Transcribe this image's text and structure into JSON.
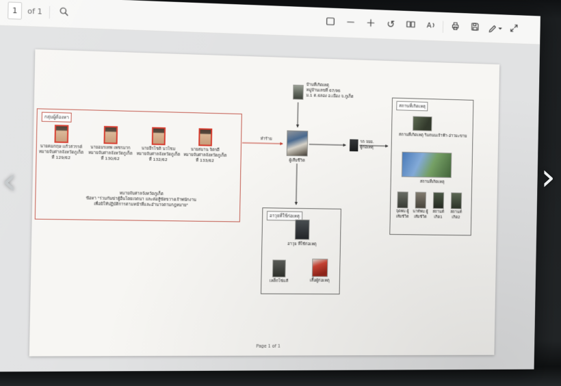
{
  "colors": {
    "warrant_red": "#d63a2c",
    "arrow_red": "#c03a2c",
    "box_red": "#c2574b"
  },
  "gallery": {
    "prev_label": "‹",
    "next_label": "›"
  },
  "viewer": {
    "toolbar": {
      "page_number": "1",
      "page_count_label": "of 1",
      "icons": [
        "search",
        "fit-to-page",
        "zoom-out",
        "zoom-in",
        "rotate",
        "page-view",
        "read-aloud",
        "print",
        "save",
        "draw",
        "fullscreen"
      ],
      "read_aloud_glyph": "A",
      "rotate_glyph": "↺"
    },
    "page_footer": "Page 1 of 1"
  },
  "diagram": {
    "suspects": {
      "title": "กลุ่มผู้ต้องหา",
      "members": [
        {
          "name": "นายคมกฤษ แก้วสวรรค์",
          "warrant": "หมายจับศาลจังหวัดภูเก็ต",
          "case_no": "ที่ 129/62"
        },
        {
          "name": "นายอมรเทพ เพชรมาก",
          "warrant": "หมายจับศาลจังหวัดภูเก็ต",
          "case_no": "ที่ 130/62"
        },
        {
          "name": "นายธีรโชติ นวโชม",
          "warrant": "หมายจับศาลจังหวัดภูเก็ต",
          "case_no": "ที่ 132/62"
        },
        {
          "name": "นายสมาน จิตรดี",
          "warrant": "หมายจับศาลจังหวัดภูเก็ต",
          "case_no": "ที่ 133/62"
        }
      ],
      "note_line1": "หมายจับศาลจังหวัดภูเก็ต",
      "note_line2": "ข้อหา \"ร่วมกันฆ่าผู้อื่นโดยเจตนา และต่อสู้ขัดขวางเจ้าพนักงาน",
      "note_line3": "เพื่อมิให้ปฏิบัติการตามหน้าที่และอำนาจตามกฎหมาย\""
    },
    "assault_label": "ทำร้าย",
    "house": {
      "caption_line1": "บ้านที่เกิดเหตุ",
      "caption_line2": "หมู่บ้านเลขที่ 67/96",
      "caption_line3": "ม.1 ต.ฉลอง อ.เมือง จ.ภูเก็ต"
    },
    "victim": {
      "label": "ผู้เสียชีวิต"
    },
    "motorcycle": {
      "label_line1": "รถ จยย.",
      "label_line2": "ผู้ก่อเหตุ"
    },
    "scene": {
      "title": "สถานที่เกิดเหตุ",
      "photo1_caption": "สถานที่เกิดเหตุ ริมถนนเจ้าฟ้า-อ่าวมะขาม",
      "map_caption": "สถานที่เกิดเหตุ",
      "thumbs": [
        {
          "caption": "จุดพบ ผู้เสียชีวิต"
        },
        {
          "caption": "นาทีพบ ผู้เสียชีวิต"
        },
        {
          "caption": "สถานที่เกิด1"
        },
        {
          "caption": "สถานที่เกิด2"
        }
      ]
    },
    "weapons": {
      "title": "อาวุธที่ใช้ก่อเหตุ",
      "main_caption": "อาวุธ ที่ใช้ก่อเหตุ",
      "chain_caption": "เหล็กโซ่แส้",
      "shirt_caption": "เสื้อผู้ก่อเหตุ"
    }
  }
}
